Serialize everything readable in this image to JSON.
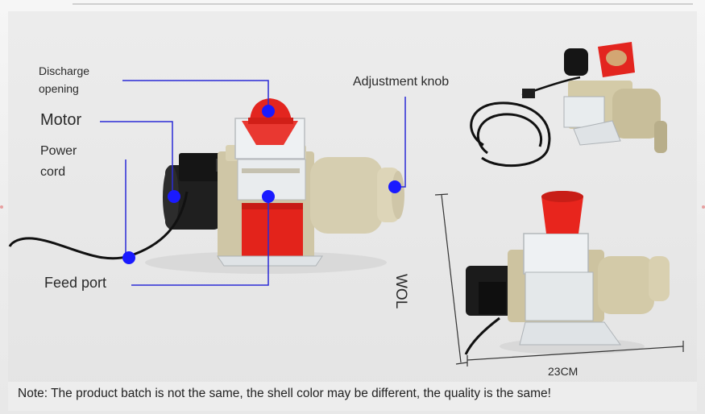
{
  "labels": {
    "discharge_line1": "Discharge",
    "discharge_line2": "opening",
    "motor": "Motor",
    "power_line1": "Power",
    "power_line2": "cord",
    "adjustment_knob": "Adjustment knob",
    "feed_port": "Feed port",
    "height": "WOL",
    "width": "23CM"
  },
  "note": "Note: The product batch is not the same, the shell color may be different, the quality is the same!",
  "colors": {
    "marker": "#1a1aff",
    "leader": "#2b2bd6",
    "red_part": "#e8231c",
    "shell": "#d8cfb2",
    "clear": "#eef2f5"
  }
}
